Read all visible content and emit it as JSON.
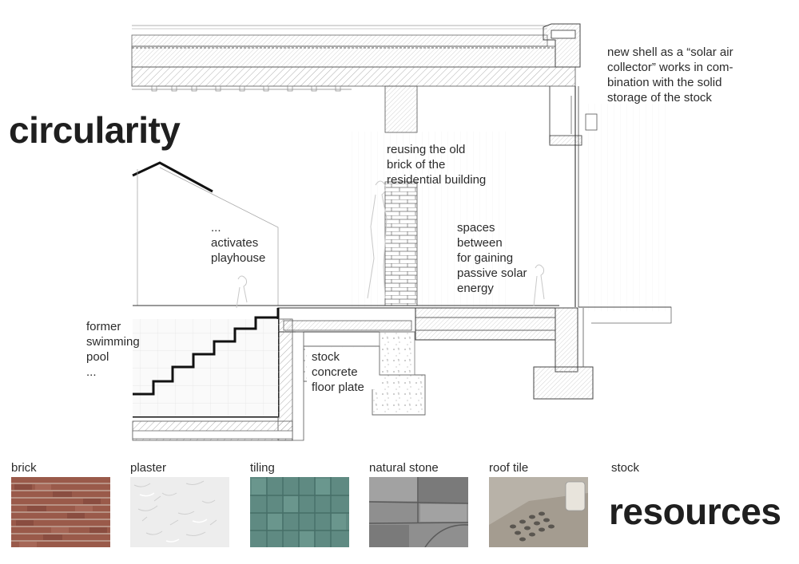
{
  "headings": {
    "left": "circularity",
    "right": "resources"
  },
  "annotations": {
    "shell": "new shell as a “solar air\ncollector” works in com-\nbination with the solid\nstorage of the stock",
    "brick_reuse": "reusing the old\nbrick of the\nresidential building",
    "playhouse": "...\nactivates\nplayhouse",
    "spaces": "spaces\nbetween\nfor gaining\npassive solar\nenergy",
    "pool": "former\nswimming\npool\n...",
    "concrete": "stock\nconcrete\nfloor plate"
  },
  "materials": [
    {
      "label": "brick",
      "color": "#9a5a4a"
    },
    {
      "label": "plaster",
      "color": "#ededed"
    },
    {
      "label": "tiling",
      "color": "#5f8a82"
    },
    {
      "label": "natural stone",
      "color": "#8f8f8f"
    },
    {
      "label": "roof tile",
      "color": "#b8b2a8"
    }
  ],
  "stock_label": "stock"
}
